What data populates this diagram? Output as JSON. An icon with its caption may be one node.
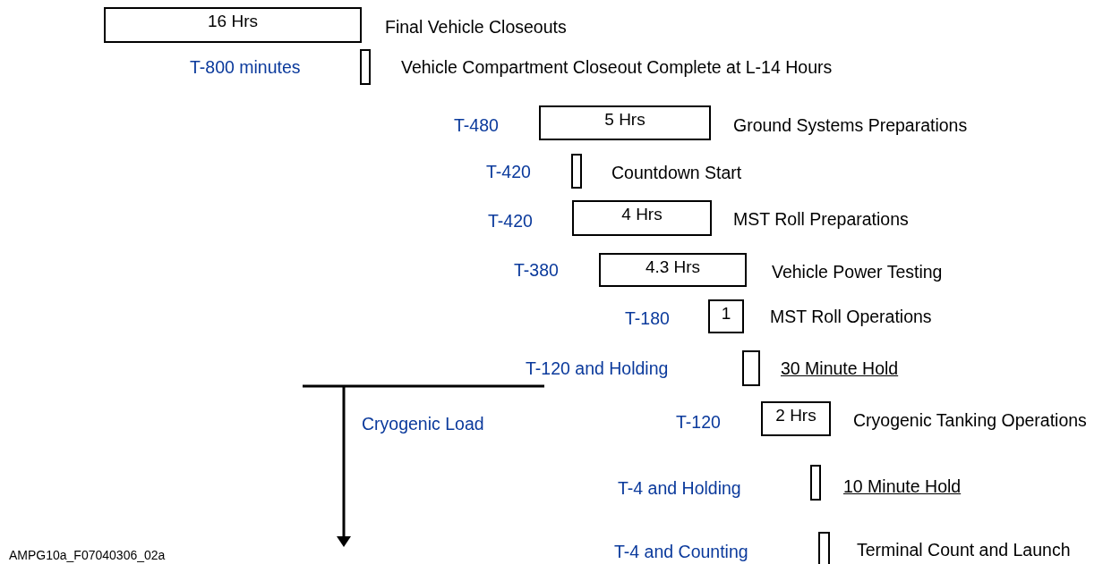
{
  "diagram": {
    "nodes": [
      {
        "text": [
          "16 Hrs"
        ],
        "beside": [
          "Final Vehicle Closeouts"
        ]
      },
      {
        "text": [],
        "shape": "bar",
        "beside": [
          "Vehicle Compartment Closeout Complete at L-14 Hours"
        ]
      },
      {
        "text": [
          "5 Hrs"
        ],
        "beside": [
          "Ground Systems Preparations"
        ]
      },
      {
        "text": [],
        "shape": "bar",
        "beside": [
          "Countdown Start"
        ]
      },
      {
        "text": [
          "4 Hrs"
        ],
        "beside": [
          "MST Roll Preparations"
        ]
      },
      {
        "text": [
          "4.3 Hrs"
        ],
        "beside": [
          "Vehicle Power Testing"
        ]
      },
      {
        "text": [
          "1"
        ],
        "beside": [
          "MST Roll Operations"
        ]
      },
      {
        "text": [],
        "shape": "bar",
        "beside": [
          "30 Minute Hold"
        ]
      },
      {
        "text": [
          "2 Hrs"
        ],
        "beside": [
          "Cryogenic Tanking Operations"
        ]
      },
      {
        "text": [],
        "shape": "bar",
        "beside": [
          "10 Minute Hold"
        ]
      },
      {
        "text": [],
        "shape": "bar",
        "beside": [
          "Terminal Count and Launch"
        ]
      }
    ],
    "edges": [],
    "labels": [
      "T-800 minutes",
      "T-480",
      "T-420",
      "T-420",
      "T-380",
      "T-180",
      "T-120 and Holding",
      "Cryogenic Load",
      "T-120",
      "T-4 and Holding",
      "T-4 and Counting",
      "AMPG10a_F07040306_02a"
    ]
  }
}
